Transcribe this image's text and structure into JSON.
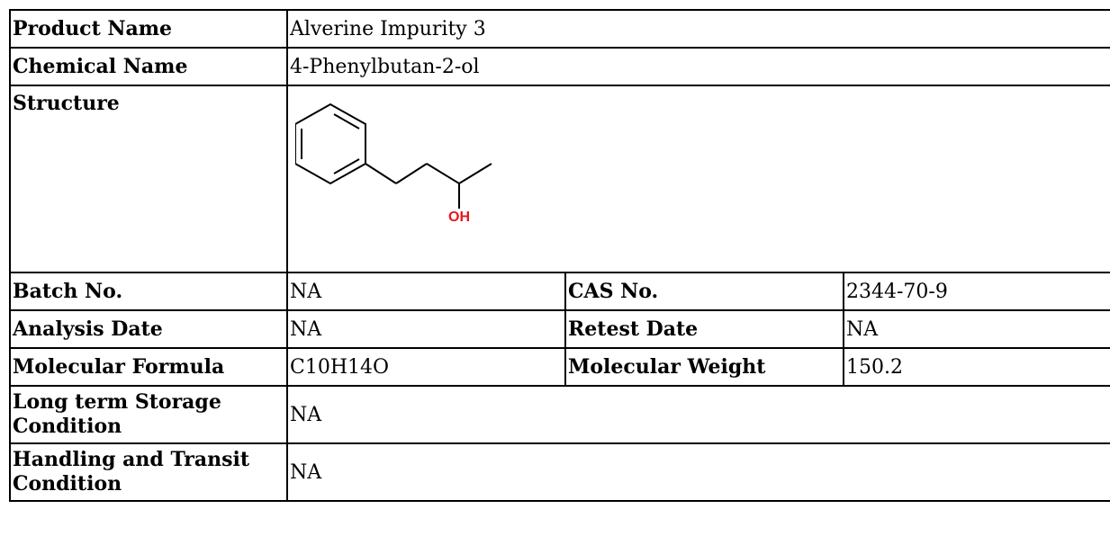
{
  "product": {
    "label": "Product Name",
    "value": "Alverine Impurity 3"
  },
  "chemical": {
    "label": "Chemical Name",
    "value": "4-Phenylbutan-2-ol"
  },
  "structure": {
    "label": "Structure",
    "hydroxyl_label": "OH",
    "hydroxyl_color": "#e8141c",
    "bond_color": "#000000"
  },
  "batch": {
    "label": "Batch No.",
    "value": "NA",
    "cas_label": "CAS No.",
    "cas_value": "2344-70-9"
  },
  "analysis": {
    "label": "Analysis Date",
    "value": "NA",
    "retest_label": "Retest Date",
    "retest_value": "NA"
  },
  "formula": {
    "label": "Molecular Formula",
    "value": "C10H14O",
    "weight_label": "Molecular Weight",
    "weight_value": "150.2"
  },
  "storage": {
    "label": "Long term Storage Condition",
    "value": "NA"
  },
  "handling": {
    "label": "Handling and Transit Condition",
    "value": "NA"
  }
}
